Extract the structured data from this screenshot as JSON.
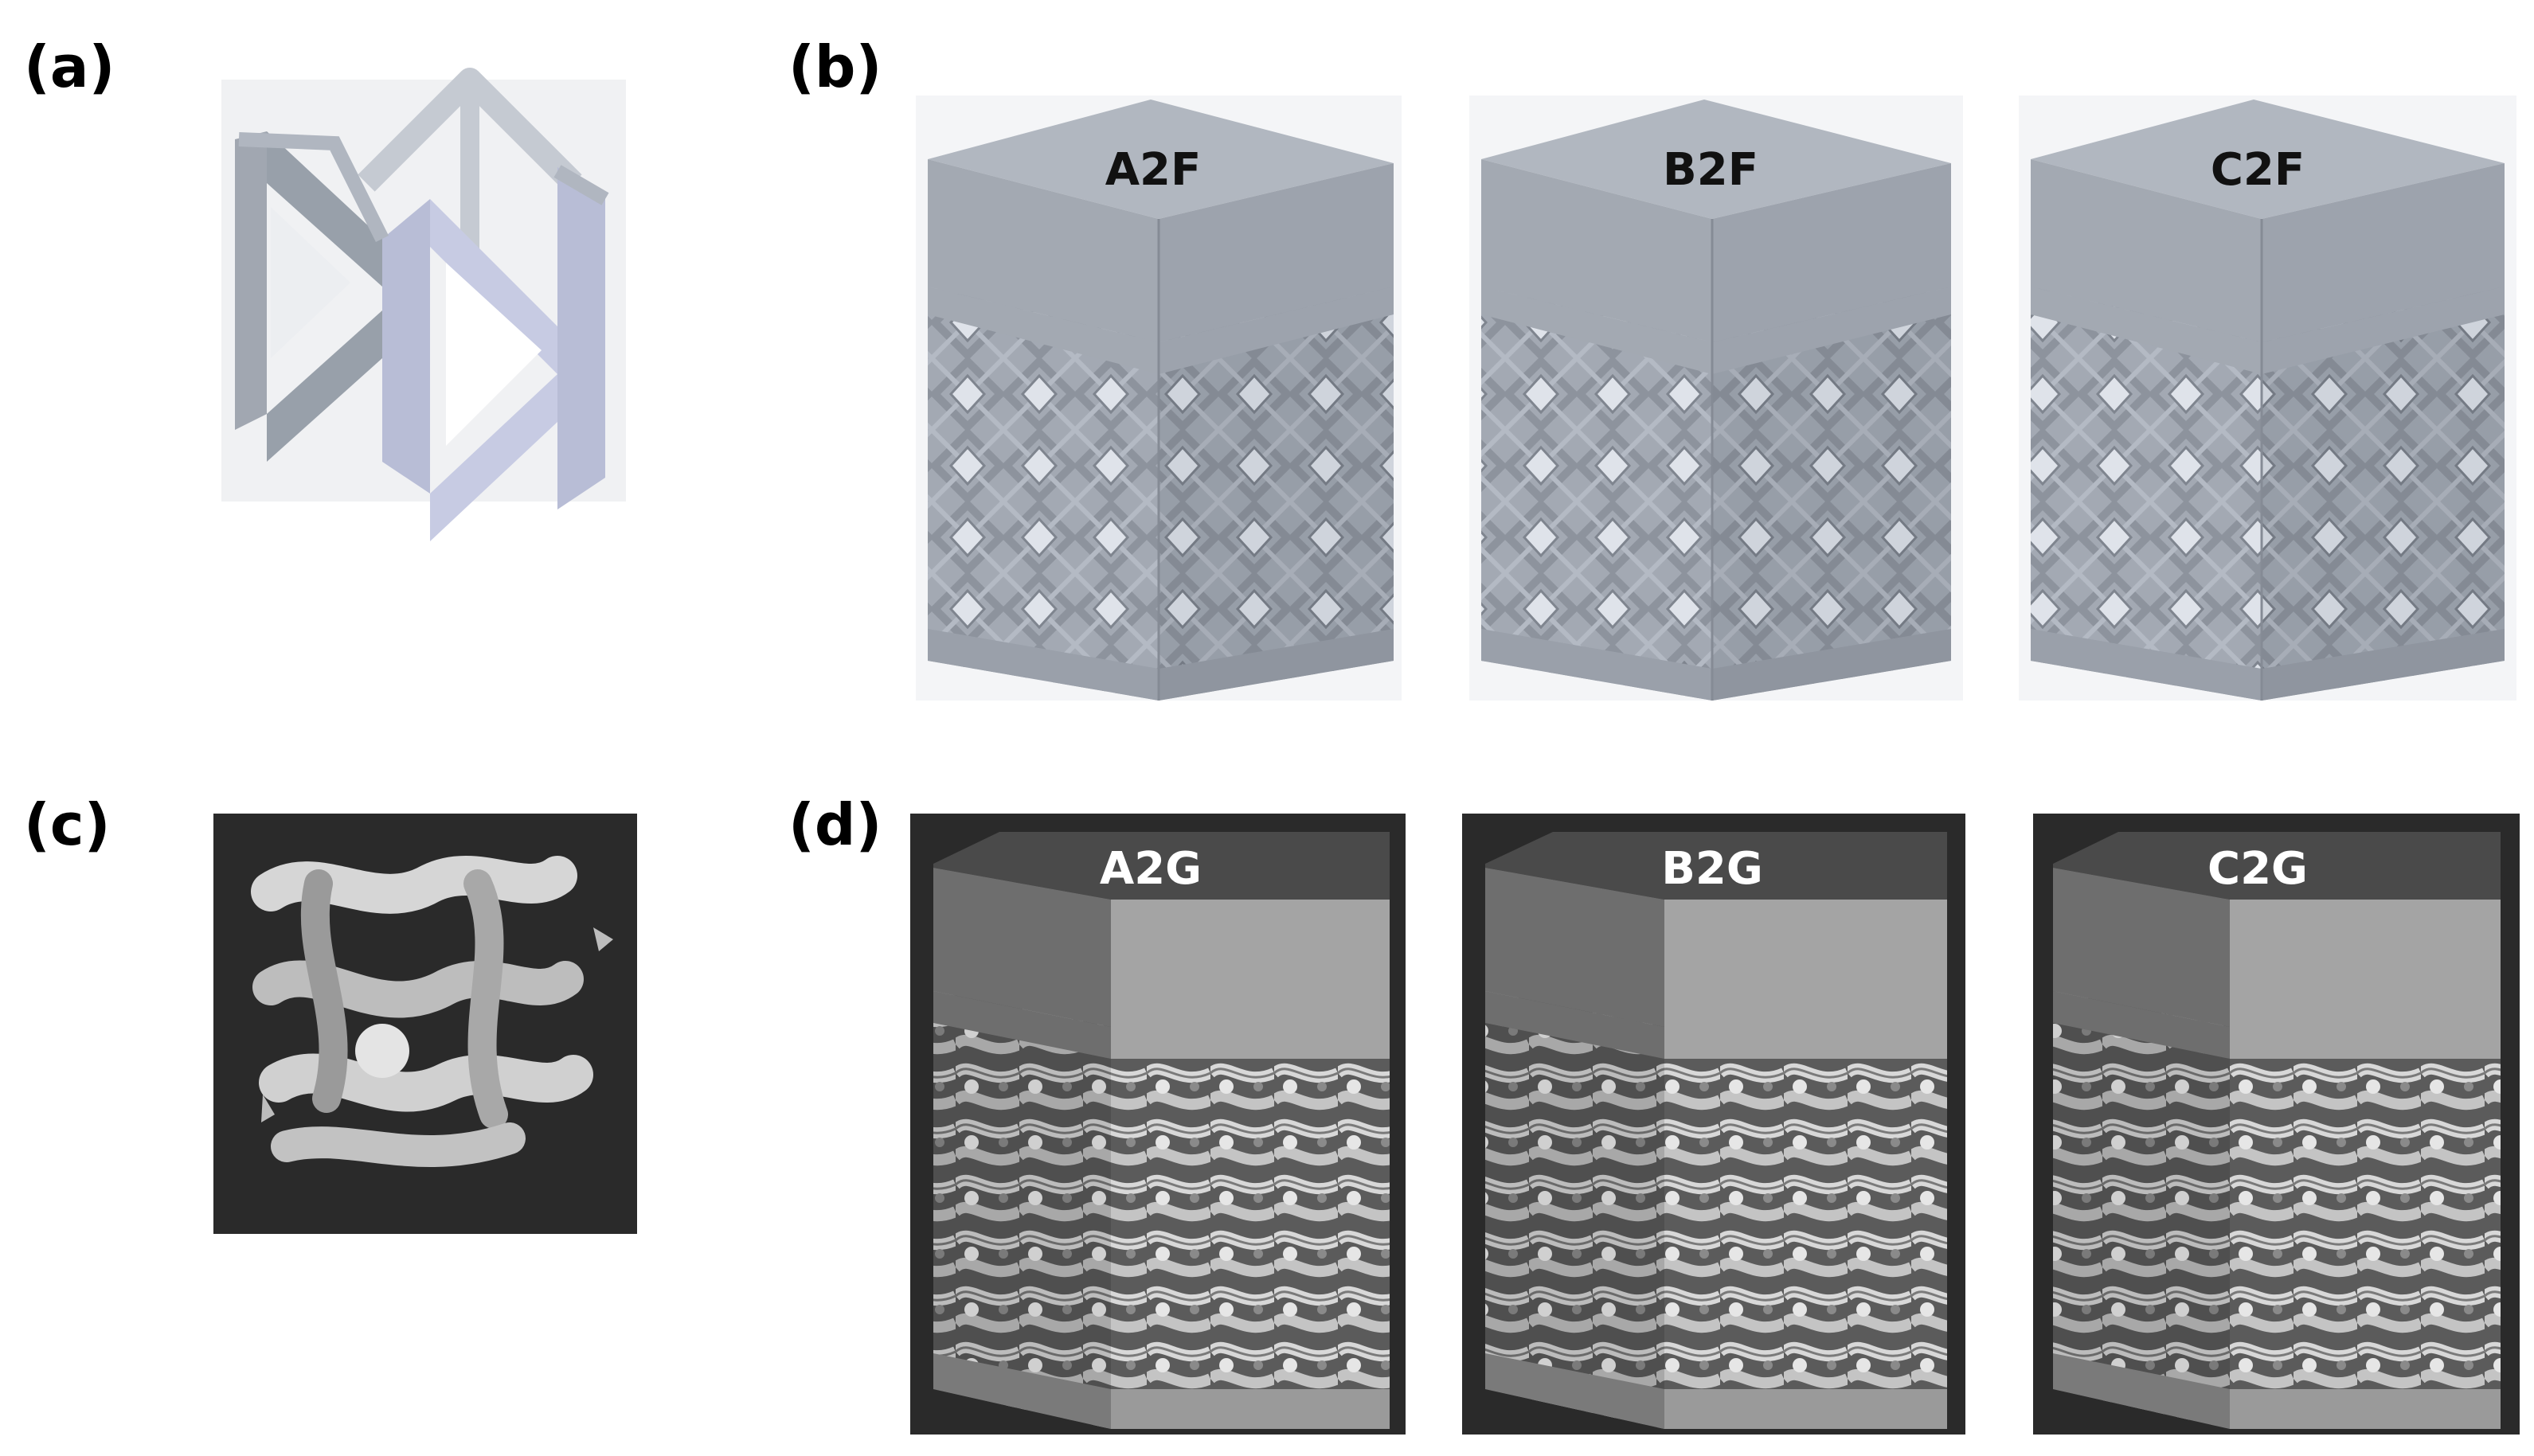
{
  "panels": {
    "a": {
      "label": "(a)"
    },
    "b": {
      "label": "(b)",
      "samples": [
        "A2F",
        "B2F",
        "C2F"
      ]
    },
    "c": {
      "label": "(c)"
    },
    "d": {
      "label": "(d)",
      "samples": [
        "A2G",
        "B2G",
        "C2G"
      ]
    }
  },
  "colors": {
    "fcc_light": "#c9ced8",
    "fcc_top": "#a9afb8",
    "fcc_side": "#9aa1ab",
    "fcc_side_dark": "#8e959f",
    "gyroid_bg": "#2a2a2a",
    "gyroid_top": "#4a4a4a",
    "gyroid_left": "#6e6e6e",
    "gyroid_right": "#a4a4a4"
  }
}
